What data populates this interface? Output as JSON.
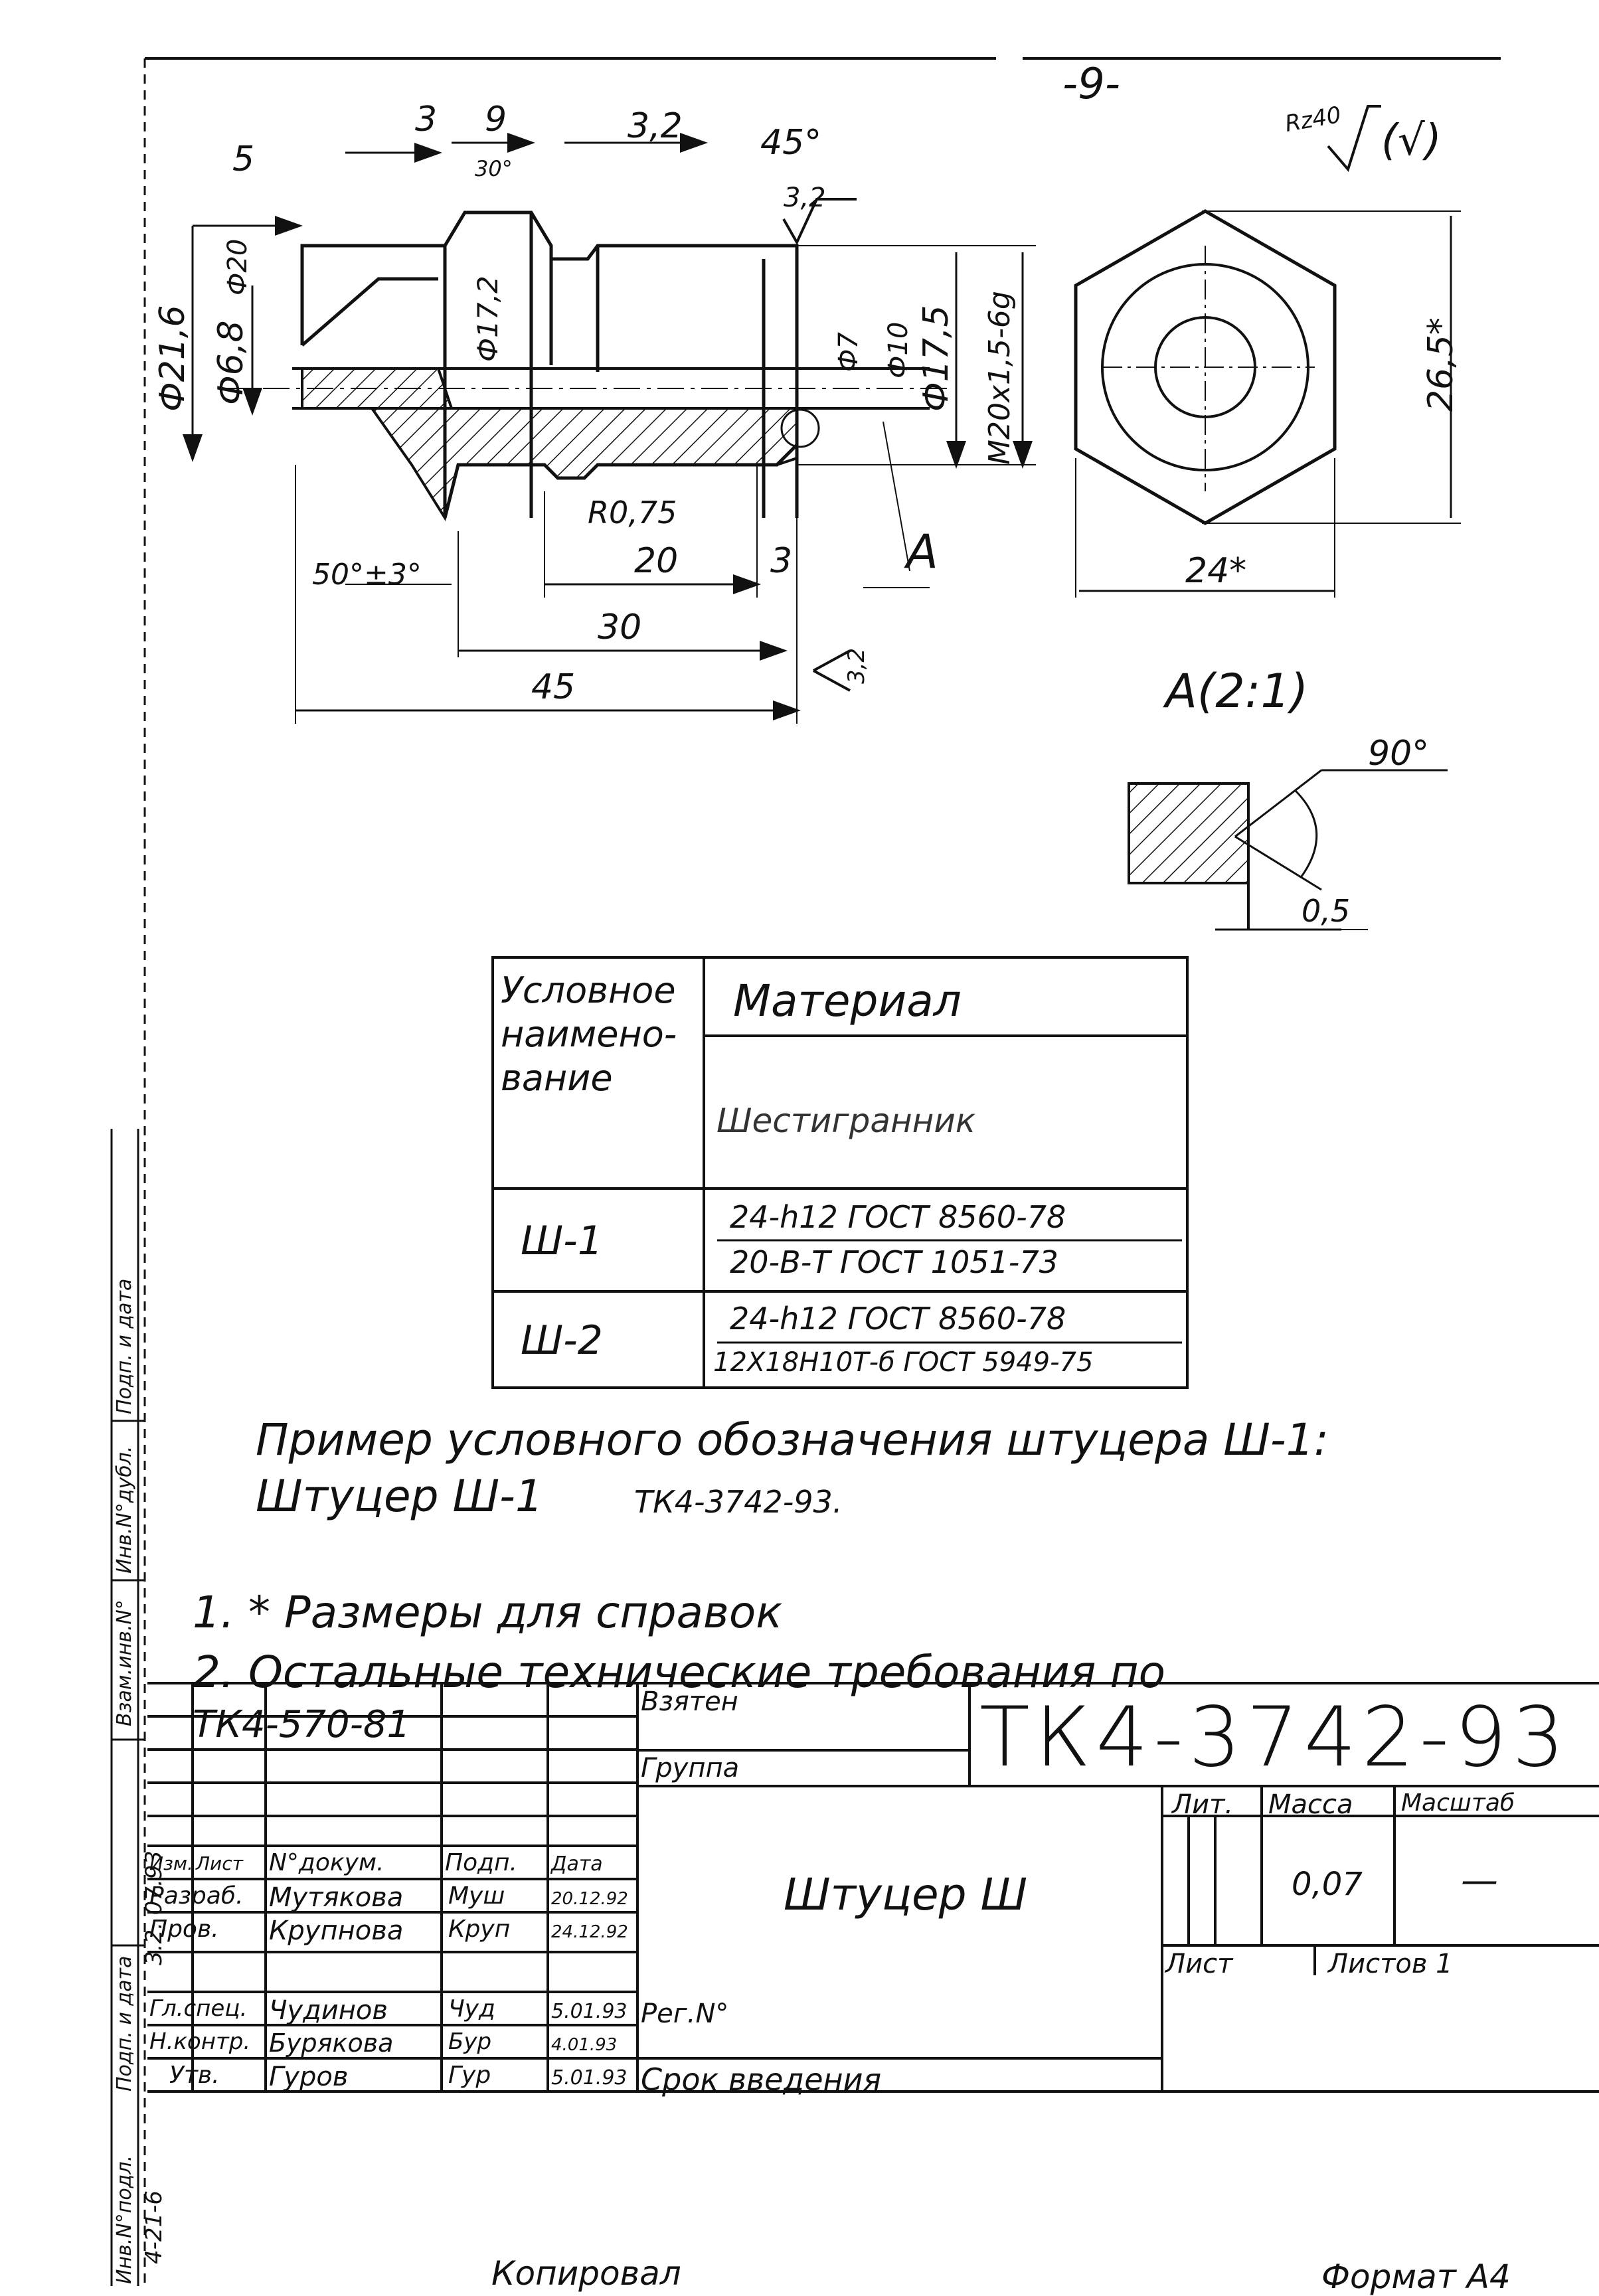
{
  "sheet": {
    "page_number": "-9-",
    "roughness": "Rz40",
    "roughness_mark": "(√)"
  },
  "drawing": {
    "dims": {
      "d5": "5",
      "d3": "3",
      "d9": "9",
      "d3_2": "3,2",
      "a45": "45°",
      "a30": "30°",
      "r3_2": "3,2",
      "phi21_6": "Ф21,6",
      "phi20": "Ф20",
      "phi6_8": "Ф6,8",
      "phi17_2": "Ф17,2",
      "phi7": "Ф7",
      "phi10": "Ф10",
      "phi17_5": "Ф17,5",
      "m20": "M20x1,5-6g",
      "r0_75": "R0,75",
      "d20": "20",
      "d3b": "3",
      "a50": "50°±3°",
      "d30": "30",
      "d45": "45",
      "r3_2b": "3,2",
      "label_a": "А",
      "hex_26_5": "26,5*",
      "hex_24": "24*"
    },
    "detail": {
      "title": "А(2:1)",
      "angle": "90°",
      "dim": "0,5"
    }
  },
  "material_table": {
    "col1_header": "Условное наимено-вание",
    "col2_header": "Материал",
    "col2_sub": "Шестигранник",
    "rows": [
      {
        "name": "Ш-1",
        "line1": "24-h12 ГОСТ 8560-78",
        "line2": "20-В-Т ГОСТ 1051-73"
      },
      {
        "name": "Ш-2",
        "line1": "24-h12 ГОСТ 8560-78",
        "line2": "12Х18Н10Т-б ГОСТ 5949-75"
      }
    ]
  },
  "notes": {
    "example_line1": "Пример условного обозначения штуцера Ш-1:",
    "example_line2_a": "Штуцер Ш-1",
    "example_line2_b": "ТК4-3742-93.",
    "note1": "1. * Размеры для справок",
    "note2": "2. Остальные технические требования по",
    "note2_cont": "ТК4-570-81"
  },
  "side_stamp": {
    "labels": [
      "Инв.N°подл.",
      "Подп. и дата",
      "Взам.инв.N°",
      "Инв.N°дубл.",
      "Подп. и дата"
    ],
    "inv_number": "4-21-6",
    "date_sign": "3.2. 07.93"
  },
  "title_block": {
    "taken": "Взятен",
    "group": "Группа",
    "designation": "ТК4-3742-93",
    "name": "Штуцер Ш",
    "lit": "Лит.",
    "mass_label": "Масса",
    "scale_label": "Масштаб",
    "mass_value": "0,07",
    "scale_value": "—",
    "sheet": "Лист",
    "sheets": "Листов 1",
    "reg": "Рег.N°",
    "intro": "Срок введения",
    "header_cols": [
      "Изм.",
      "Лист",
      "N°докум.",
      "Подп.",
      "Дата"
    ],
    "rows": [
      {
        "role": "Разраб.",
        "name": "Мутякова",
        "sign": "Муш",
        "date": "20.12.92"
      },
      {
        "role": "Пров.",
        "name": "Крупнова",
        "sign": "Круп",
        "date": "24.12.92"
      },
      {
        "role": "Гл.спец.",
        "name": "Чудинов",
        "sign": "Чуд",
        "date": "5.01.93"
      },
      {
        "role": "Н.контр.",
        "name": "Бурякова",
        "sign": "Бур",
        "date": "4.01.93"
      },
      {
        "role": "Утв.",
        "name": "Гуров",
        "sign": "Гур",
        "date": "5.01.93"
      }
    ],
    "footer_left": "Копировал",
    "footer_right": "Формат А4"
  }
}
